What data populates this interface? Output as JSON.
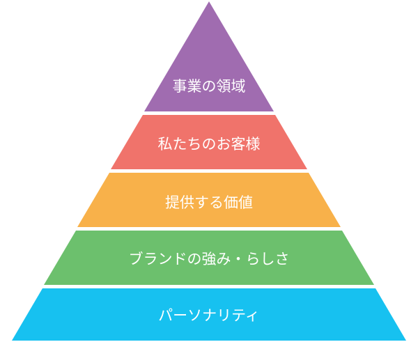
{
  "pyramid": {
    "tiers": [
      {
        "label": "事業の領域",
        "color": "#a06cb0"
      },
      {
        "label": "私たちのお客様",
        "color": "#f0736b"
      },
      {
        "label": "提供する価値",
        "color": "#f8b14a"
      },
      {
        "label": "ブランドの強み・らしさ",
        "color": "#6cc06d"
      },
      {
        "label": "パーソナリティ",
        "color": "#17c1f0"
      }
    ]
  }
}
